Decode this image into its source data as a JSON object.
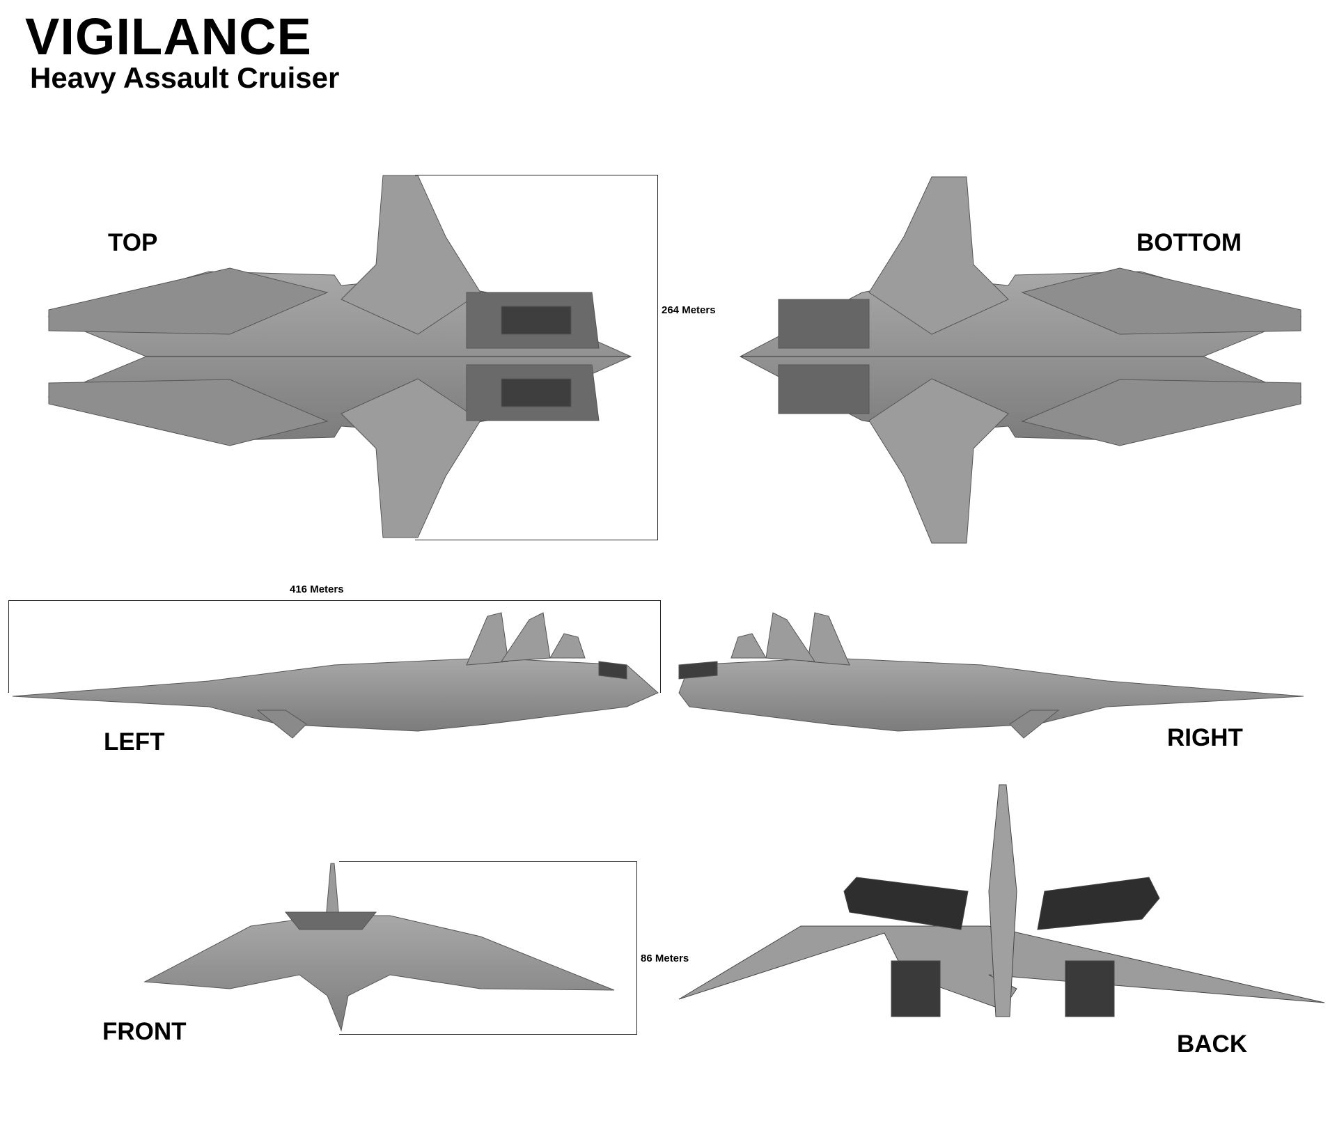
{
  "header": {
    "title": "VIGILANCE",
    "subtitle": "Heavy Assault Cruiser"
  },
  "views": {
    "top": "TOP",
    "bottom": "BOTTOM",
    "left": "LEFT",
    "right": "RIGHT",
    "front": "FRONT",
    "back": "BACK"
  },
  "dimensions": {
    "width": "264 Meters",
    "length": "416 Meters",
    "height": "86 Meters"
  },
  "colors": {
    "hull_light": "#9a9a9a",
    "hull_mid": "#7a7a7a",
    "hull_dark": "#3e3e3e"
  }
}
